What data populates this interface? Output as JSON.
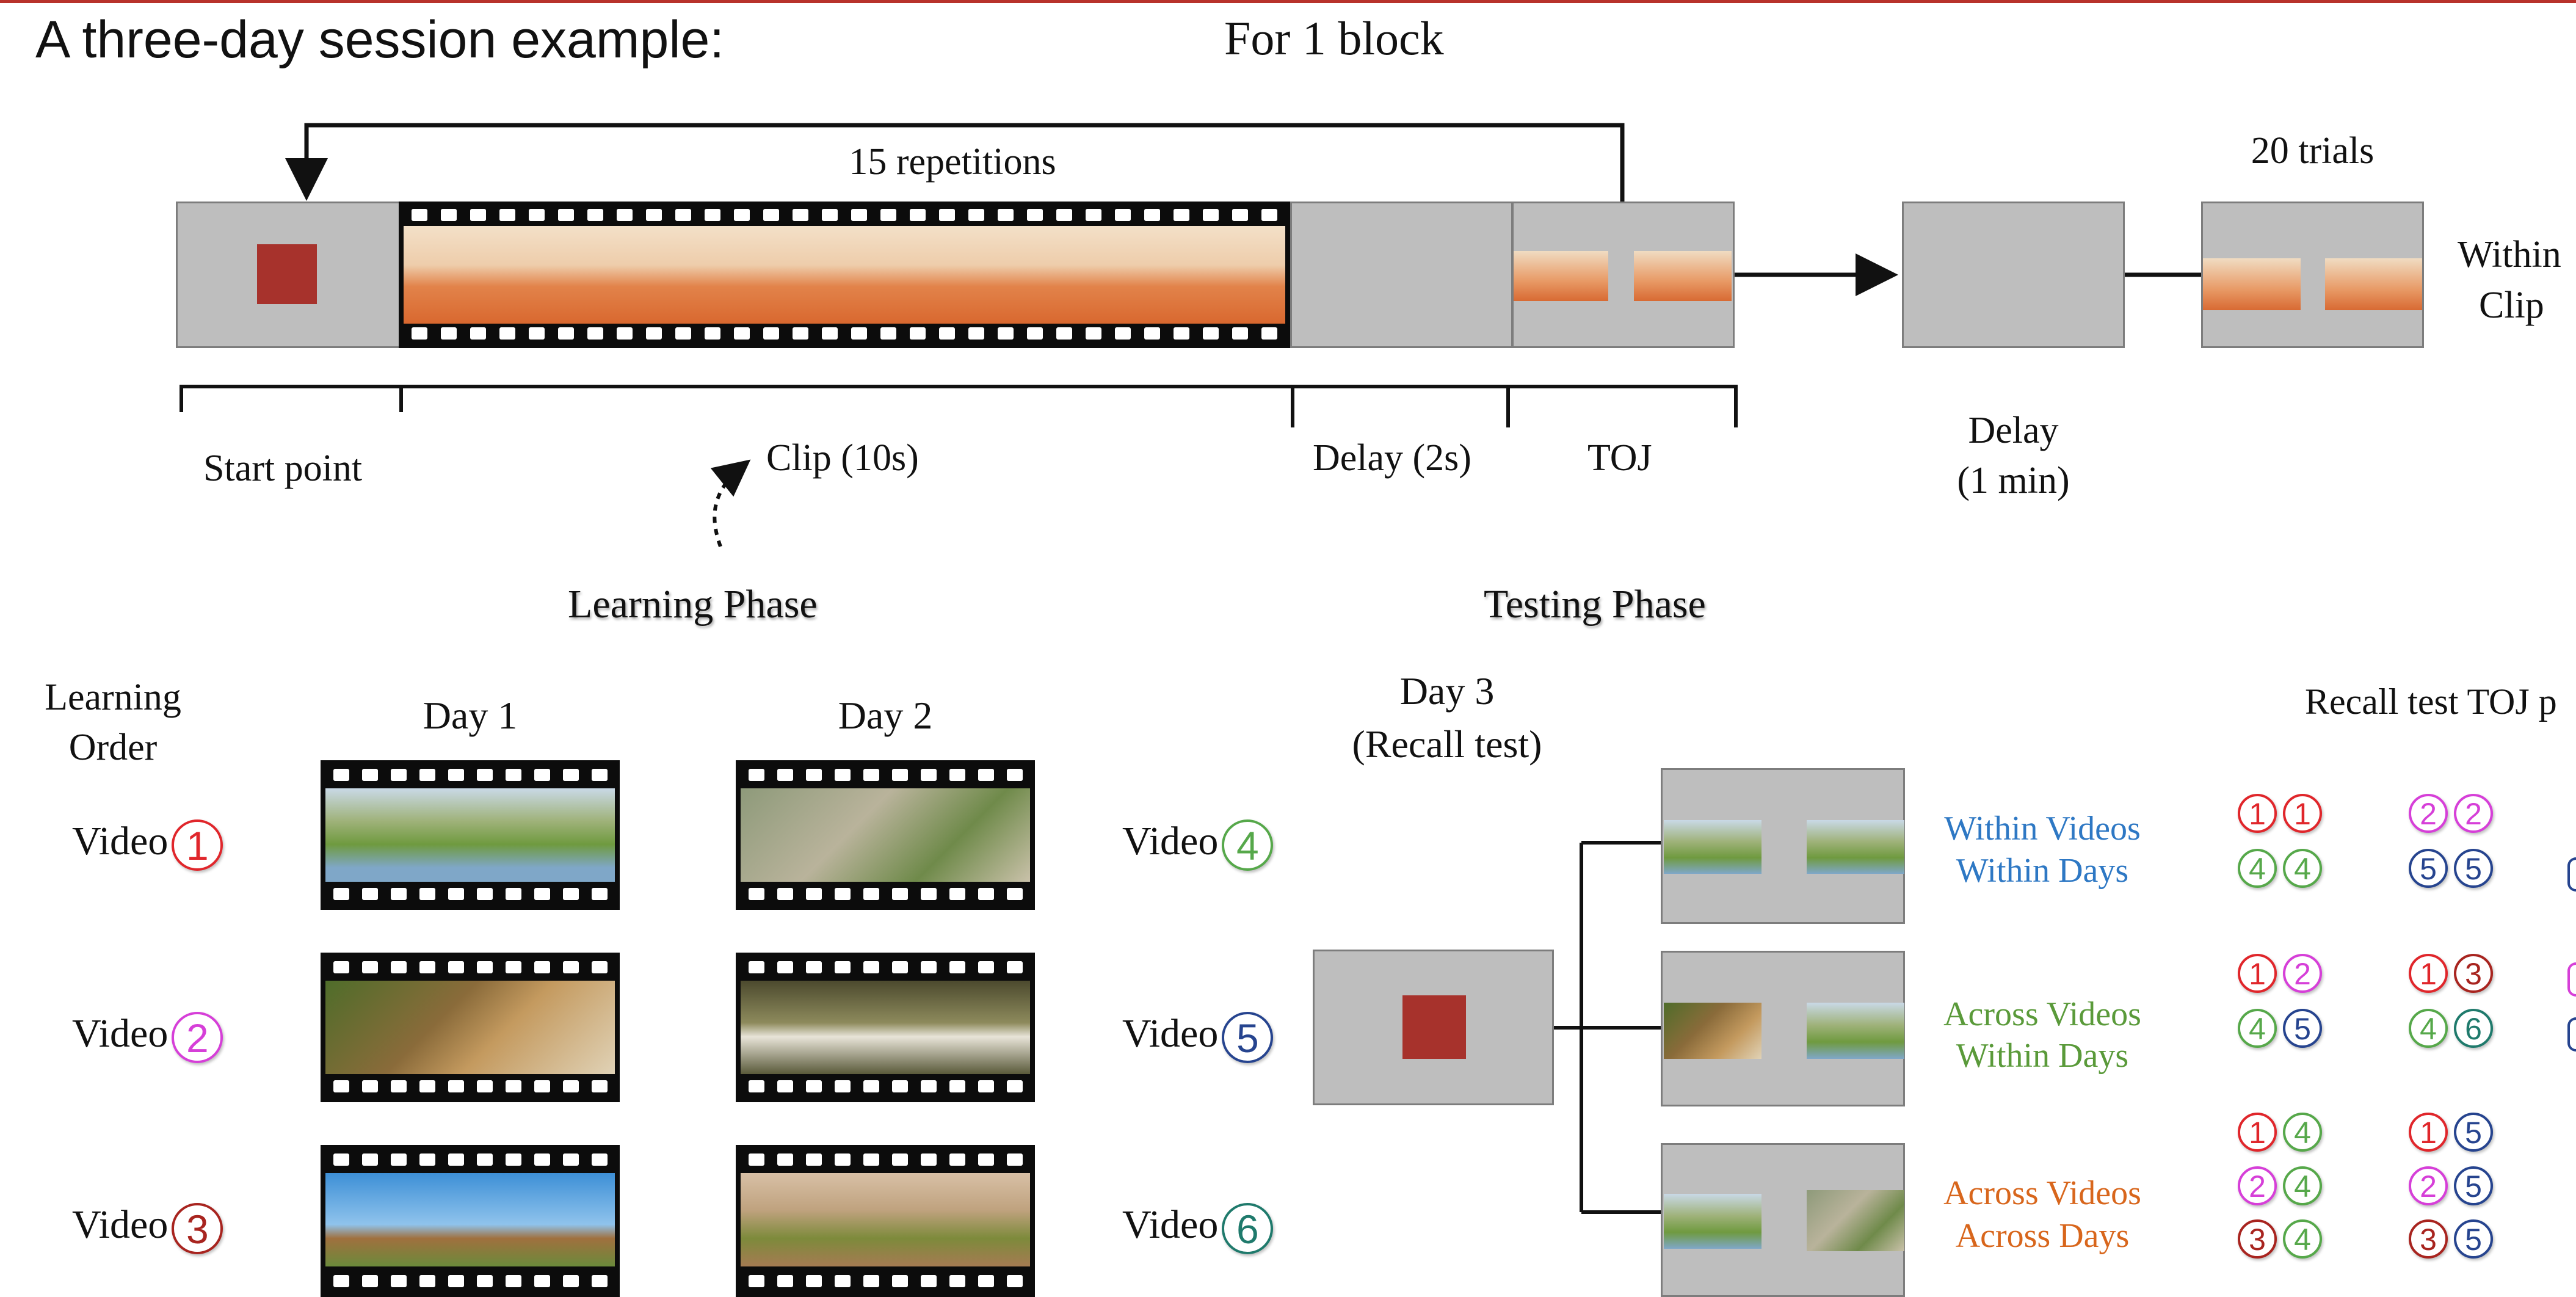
{
  "header": {
    "title": "A three-day session example:",
    "block_label": "For 1 block"
  },
  "timeline": {
    "repetitions": "15 repetitions",
    "trials": "20 trials",
    "start_point": "Start point",
    "clip": "Clip (10s)",
    "delay_short": "Delay (2s)",
    "toj": "TOJ",
    "delay_long_1": "Delay",
    "delay_long_2": "(1 min)",
    "within_1": "Within",
    "within_2": "Clip"
  },
  "phases": {
    "learning": "Learning Phase",
    "testing": "Testing Phase"
  },
  "learning": {
    "order_1": "Learning",
    "order_2": "Order",
    "day1": "Day 1",
    "day2": "Day 2",
    "video_word": "Video",
    "videos_day1": [
      "1",
      "2",
      "3"
    ],
    "videos_day2": [
      "4",
      "5",
      "6"
    ]
  },
  "testing": {
    "day3_1": "Day 3",
    "day3_2": "(Recall test)",
    "recall_title": "Recall test TOJ p",
    "cond1_a": "Within Videos",
    "cond1_b": "Within Days",
    "cond2_a": "Across Videos",
    "cond2_b": "Within Days",
    "cond3_a": "Across Videos",
    "cond3_b": "Across Days",
    "pairs_within": [
      [
        "1",
        "1"
      ],
      [
        "4",
        "4"
      ],
      [
        "2",
        "2"
      ],
      [
        "5",
        "5"
      ]
    ],
    "pairs_across_within": [
      [
        "1",
        "2"
      ],
      [
        "4",
        "5"
      ],
      [
        "1",
        "3"
      ],
      [
        "4",
        "6"
      ]
    ],
    "pairs_across_days": [
      [
        "1",
        "4"
      ],
      [
        "2",
        "4"
      ],
      [
        "3",
        "4"
      ],
      [
        "1",
        "5"
      ],
      [
        "2",
        "5"
      ],
      [
        "3",
        "5"
      ]
    ]
  },
  "colors": {
    "v1": "#e0262b",
    "v2": "#d63fd8",
    "v3": "#a8241f",
    "v4": "#56a84a",
    "v5": "#26448f",
    "v6": "#1f7a6c",
    "within_text": "#2e78c4",
    "across_within_text": "#5a9a3a",
    "across_days_text": "#d8661c",
    "accent_red": "#a7322c"
  }
}
